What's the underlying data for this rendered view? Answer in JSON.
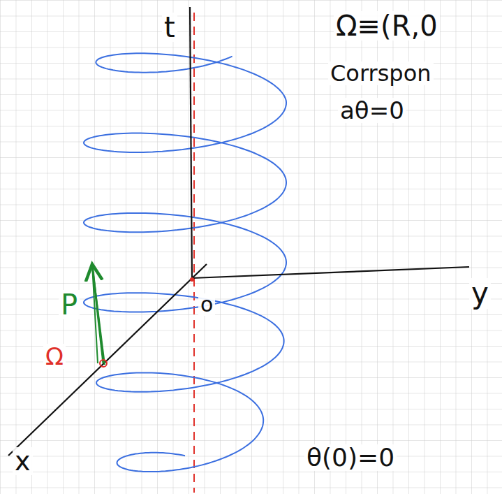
{
  "diagram": {
    "labels": [
      "t",
      "Ω≡(R,0",
      "Corrspon",
      "aθ=0",
      "P",
      "Ω",
      "o",
      "y",
      "θ(0)=0",
      "x"
    ]
  }
}
